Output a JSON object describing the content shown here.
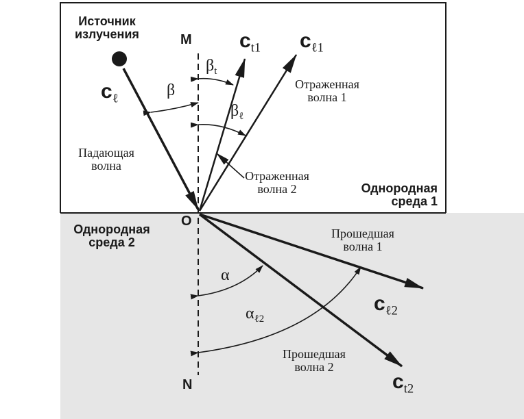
{
  "colors": {
    "upper_medium": "#ffffff",
    "lower_medium": "#e6e6e6",
    "ink": "#1a1a1a"
  },
  "labels": {
    "source": [
      "Источник",
      "излучения"
    ],
    "incident_wave": [
      "Падающая",
      "волна"
    ],
    "reflected_wave_1": [
      "Отраженная",
      "волна 1"
    ],
    "reflected_wave_2": [
      "Отраженная",
      "волна 2"
    ],
    "medium_1": [
      "Однородная",
      "среда 1"
    ],
    "medium_2": [
      "Однородная",
      "среда 2"
    ],
    "transmitted_wave_1": [
      "Прошедшая",
      "волна 1"
    ],
    "transmitted_wave_2": [
      "Прошедшая",
      "волна 2"
    ]
  },
  "points": {
    "M": "M",
    "N": "N",
    "O": "O"
  },
  "vectors": {
    "incident": {
      "letter": "c",
      "sub": "ℓ"
    },
    "reflected_t": {
      "letter": "c",
      "sub": "t",
      "sub2": "1"
    },
    "reflected_l": {
      "letter": "c",
      "sub": "ℓ",
      "sub2": "1"
    },
    "transmitted_l": {
      "letter": "c",
      "sub": "ℓ",
      "sub2": "2"
    },
    "transmitted_t": {
      "letter": "c",
      "sub": "t",
      "sub2": "2"
    }
  },
  "angles": {
    "beta": {
      "symbol": "β"
    },
    "beta_t": {
      "symbol": "β",
      "sub": "t"
    },
    "beta_l": {
      "symbol": "β",
      "sub": "ℓ"
    },
    "alpha": {
      "symbol": "α"
    },
    "alpha_l2": {
      "symbol": "α",
      "sub": "ℓ",
      "sub2": "2"
    }
  }
}
